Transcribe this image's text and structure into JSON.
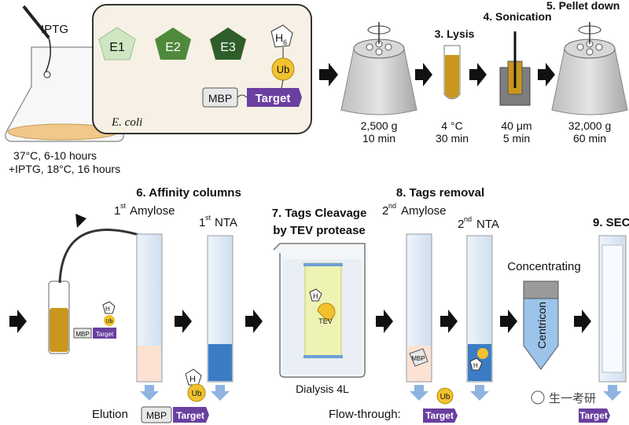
{
  "culture": {
    "iptg_label": "IPTG",
    "cond1": "37°C, 6-10 hours",
    "cond2": "+IPTG, 18°C, 16 hours"
  },
  "ecoli_box": {
    "enzymes": [
      "E1",
      "E2",
      "E3"
    ],
    "h6": "H",
    "h6_sub": "6",
    "ub": "Ub",
    "mbp": "MBP",
    "target": "Target",
    "organism": "E. coli"
  },
  "steps": {
    "centrifuge1": {
      "line1": "2,500 g",
      "line2": "10 min"
    },
    "lysis": {
      "title": "3. Lysis",
      "line1": "4 °C",
      "line2": "30 min"
    },
    "sonication": {
      "title": "4. Sonication",
      "line1": "40 μm",
      "line2": "5 min"
    },
    "pellet": {
      "title": "5. Pellet down",
      "line1": "32,000 g",
      "line2": "60 min"
    },
    "affinity": {
      "title": "6. Affinity columns",
      "col1": "Amylose",
      "col1_ord": "st",
      "col2": "NTA",
      "col2_ord": "st",
      "ord_num": "1"
    },
    "cleavage": {
      "title1": "7. Tags Cleavage",
      "title2": "by TEV protease",
      "tev": "TEV",
      "dialysis": "Dialysis 4L"
    },
    "tags_removal": {
      "title": "8. Tags removal",
      "col1": "Amylose",
      "col2": "NTA",
      "ord_num": "2",
      "ord": "nd"
    },
    "concentrating": {
      "label": "Concentrating",
      "device": "Centricon"
    },
    "sec": {
      "title": "9. SEC"
    }
  },
  "bottom": {
    "elution": "Elution",
    "flow_through": "Flow-through:",
    "watermark": "生一考研"
  },
  "colors": {
    "target": "#6a3fa0",
    "ub": "#f2c12e",
    "e1": "#cfe6c3",
    "e2": "#4f8a3c",
    "e3": "#2f5e2b",
    "lysate": "#c9961e",
    "nta_blue": "#3b7cc4"
  }
}
